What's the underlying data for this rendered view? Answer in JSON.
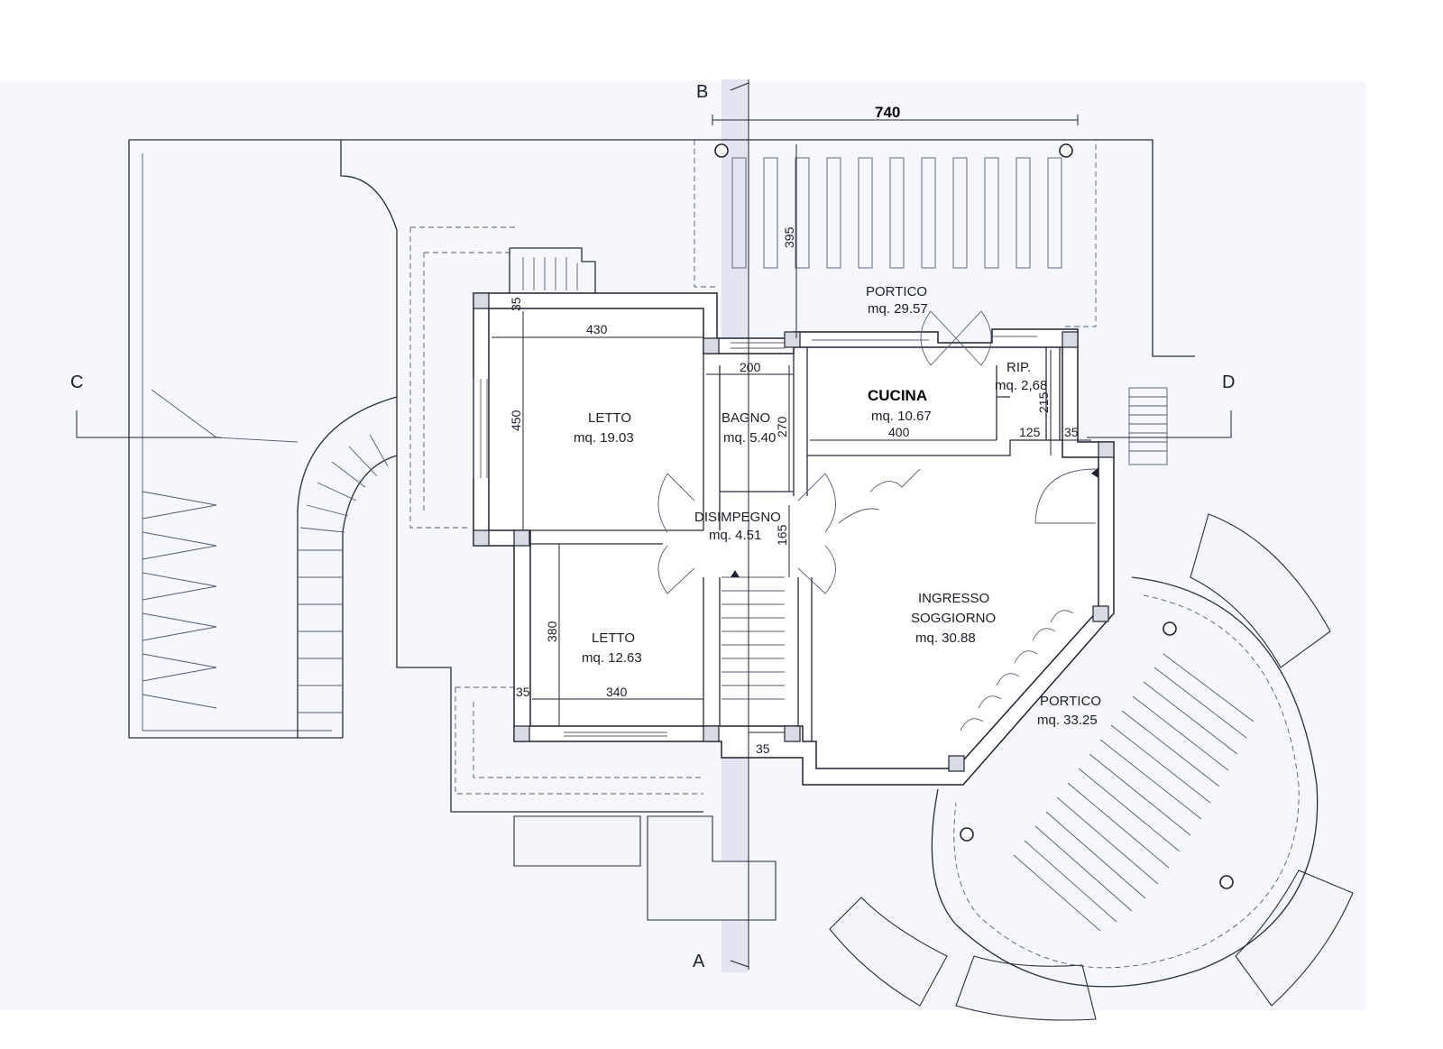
{
  "section_markers": {
    "a": "A",
    "b": "B",
    "c": "C",
    "d": "D"
  },
  "rooms": {
    "portico_north": {
      "name": "PORTICO",
      "area": "mq. 29.57"
    },
    "cucina": {
      "name": "CUCINA",
      "area": "mq. 10.67"
    },
    "rip": {
      "name": "RIP.",
      "area": "mq. 2,68"
    },
    "letto_1": {
      "name": "LETTO",
      "area": "mq. 19.03"
    },
    "bagno": {
      "name": "BAGNO",
      "area": "mq. 5.40"
    },
    "disimpegno": {
      "name": "DISIMPEGNO",
      "area": "mq. 4.51"
    },
    "letto_2": {
      "name": "LETTO",
      "area": "mq. 12.63"
    },
    "soggiorno": {
      "name_line1": "INGRESSO",
      "name_line2": "SOGGIORNO",
      "area": "mq. 30.88"
    },
    "portico_south": {
      "name": "PORTICO",
      "area": "mq. 33.25"
    }
  },
  "dimensions": {
    "portico_width": "740",
    "portico_depth": "395",
    "letto1_width": "430",
    "letto1_depth": "450",
    "wall_top": "35",
    "bagno_width": "200",
    "bagno_depth": "270",
    "cucina_width": "400",
    "rip_depth": "215",
    "rip_width": "125",
    "rip_wall": "35",
    "disimpegno_depth": "165",
    "letto2_depth": "380",
    "letto2_width": "340",
    "letto2_wall": "35",
    "bottom_wall": "35"
  },
  "colors": {
    "paper": "#f6f7fc",
    "ink": "#1f2230",
    "band": "#e3e5f0"
  }
}
